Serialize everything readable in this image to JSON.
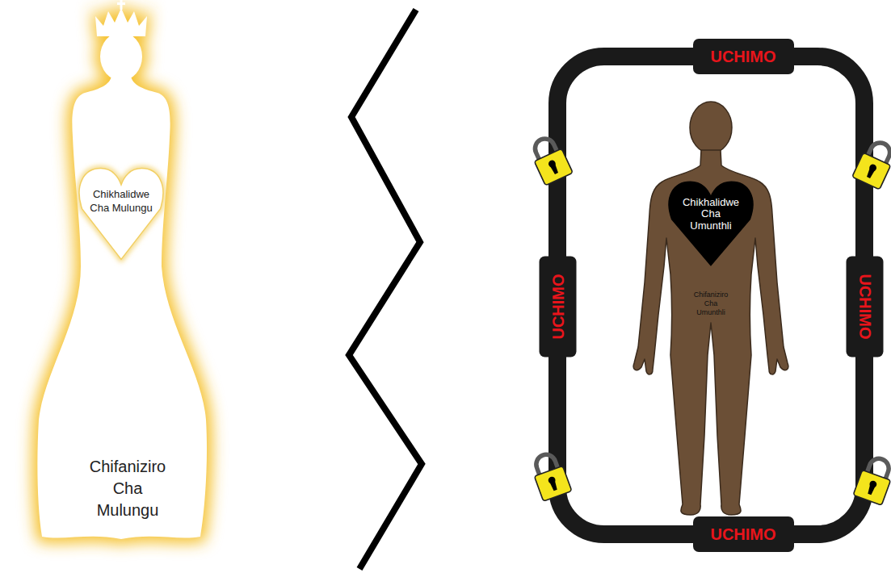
{
  "diagram": {
    "nodes": [
      {
        "text": [
          "Chifaniziro Cha Mulungu"
        ]
      },
      {
        "text": [
          "Chikhalidwe Cha Mulungu"
        ],
        "in": 0
      },
      {
        "text": [
          "UCHIMO"
        ]
      },
      {
        "text": [
          "UCHIMO"
        ]
      },
      {
        "text": [
          "UCHIMO"
        ]
      },
      {
        "text": [
          "UCHIMO"
        ]
      },
      {
        "text": [
          "Chifaniziro Cha Umunthli"
        ]
      },
      {
        "text": [
          "Chikhalidwe Cha Umunthli"
        ],
        "in": 6
      }
    ]
  }
}
